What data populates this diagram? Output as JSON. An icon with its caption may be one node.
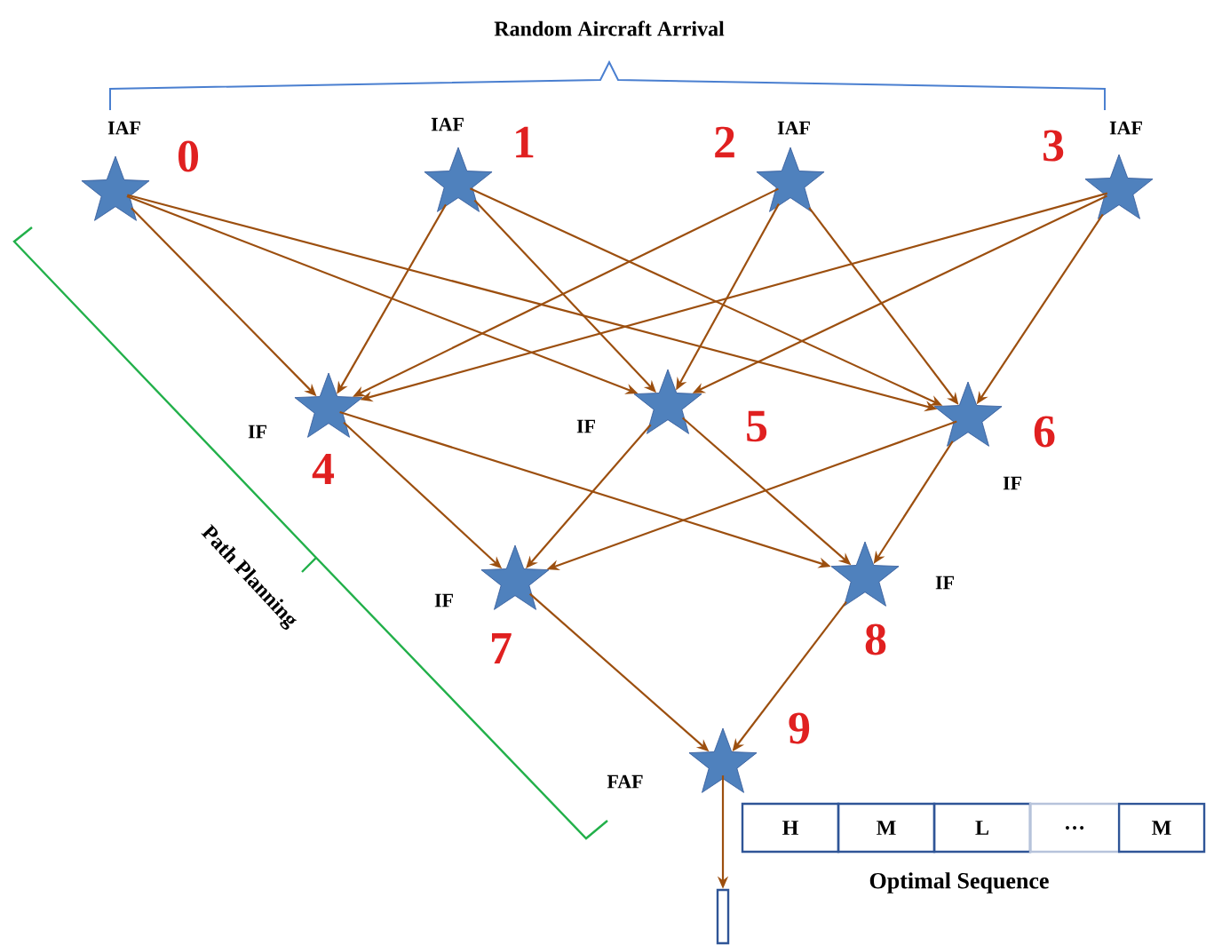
{
  "diagram": {
    "nodes": [
      {
        "text": [
          "0"
        ],
        "beside": [
          "IAF"
        ]
      },
      {
        "text": [
          "1"
        ],
        "beside": [
          "IAF"
        ]
      },
      {
        "text": [
          "2"
        ],
        "beside": [
          "IAF"
        ]
      },
      {
        "text": [
          "3"
        ],
        "beside": [
          "IAF"
        ]
      },
      {
        "text": [
          "4"
        ],
        "beside": [
          "IF"
        ]
      },
      {
        "text": [
          "5"
        ],
        "beside": [
          "IF"
        ]
      },
      {
        "text": [
          "6"
        ],
        "beside": [
          "IF"
        ]
      },
      {
        "text": [
          "7"
        ],
        "beside": [
          "IF"
        ]
      },
      {
        "text": [
          "8"
        ],
        "beside": [
          "IF"
        ]
      },
      {
        "text": [
          "9"
        ],
        "beside": [
          "FAF"
        ]
      },
      {
        "text": [
          "H"
        ]
      },
      {
        "text": [
          "M"
        ]
      },
      {
        "text": [
          "L"
        ]
      },
      {
        "text": [
          "…"
        ]
      },
      {
        "text": [
          "M"
        ]
      },
      {
        "text": [],
        "shape": "bar"
      }
    ],
    "edges": [
      {
        "from": 0,
        "to": 4,
        "arrow": "to"
      },
      {
        "from": 0,
        "to": 5,
        "arrow": "to"
      },
      {
        "from": 0,
        "to": 6,
        "arrow": "to"
      },
      {
        "from": 1,
        "to": 4,
        "arrow": "to"
      },
      {
        "from": 1,
        "to": 5,
        "arrow": "to"
      },
      {
        "from": 1,
        "to": 6,
        "arrow": "to"
      },
      {
        "from": 2,
        "to": 4,
        "arrow": "to"
      },
      {
        "from": 2,
        "to": 5,
        "arrow": "to"
      },
      {
        "from": 2,
        "to": 6,
        "arrow": "to"
      },
      {
        "from": 3,
        "to": 4,
        "arrow": "to"
      },
      {
        "from": 3,
        "to": 5,
        "arrow": "to"
      },
      {
        "from": 3,
        "to": 6,
        "arrow": "to"
      },
      {
        "from": 4,
        "to": 7,
        "arrow": "to"
      },
      {
        "from": 4,
        "to": 8,
        "arrow": "to"
      },
      {
        "from": 5,
        "to": 7,
        "arrow": "to"
      },
      {
        "from": 5,
        "to": 8,
        "arrow": "to"
      },
      {
        "from": 6,
        "to": 7,
        "arrow": "to"
      },
      {
        "from": 6,
        "to": 8,
        "arrow": "to"
      },
      {
        "from": 7,
        "to": 9,
        "arrow": "to"
      },
      {
        "from": 8,
        "to": 9,
        "arrow": "to"
      },
      {
        "from": 9,
        "to": 15,
        "arrow": "to"
      }
    ],
    "labels": [
      "Random Aircraft Arrival",
      "Path Planning",
      "Optimal Sequence"
    ]
  }
}
